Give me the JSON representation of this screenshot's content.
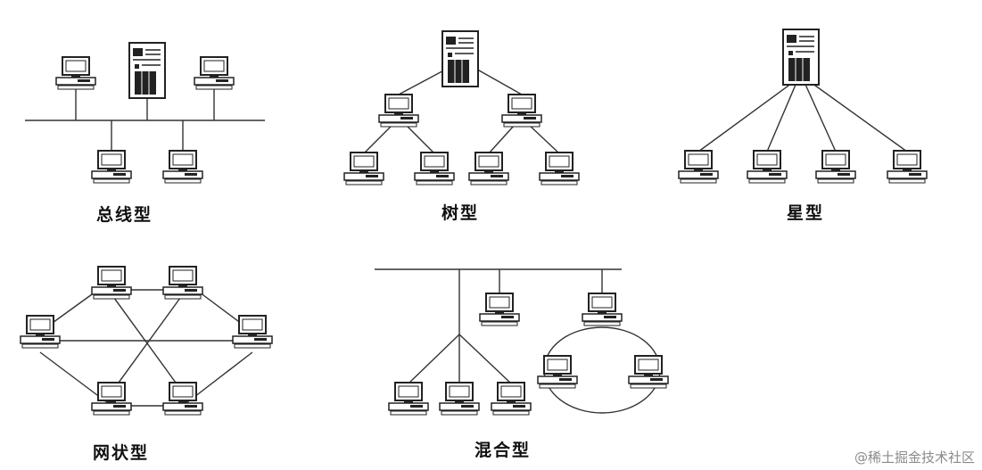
{
  "diagrams": {
    "bus": {
      "label": "总线型"
    },
    "tree": {
      "label": "树型"
    },
    "star": {
      "label": "星型"
    },
    "mesh": {
      "label": "网状型"
    },
    "hybrid": {
      "label": "混合型"
    }
  },
  "icons": {
    "workstation": "desktop-computer-icon",
    "server": "server-tower-icon"
  },
  "colors": {
    "line": "#333333",
    "ink": "#111111",
    "watermark": "#8a8a8a"
  },
  "watermark": "@稀土掘金技术社区"
}
